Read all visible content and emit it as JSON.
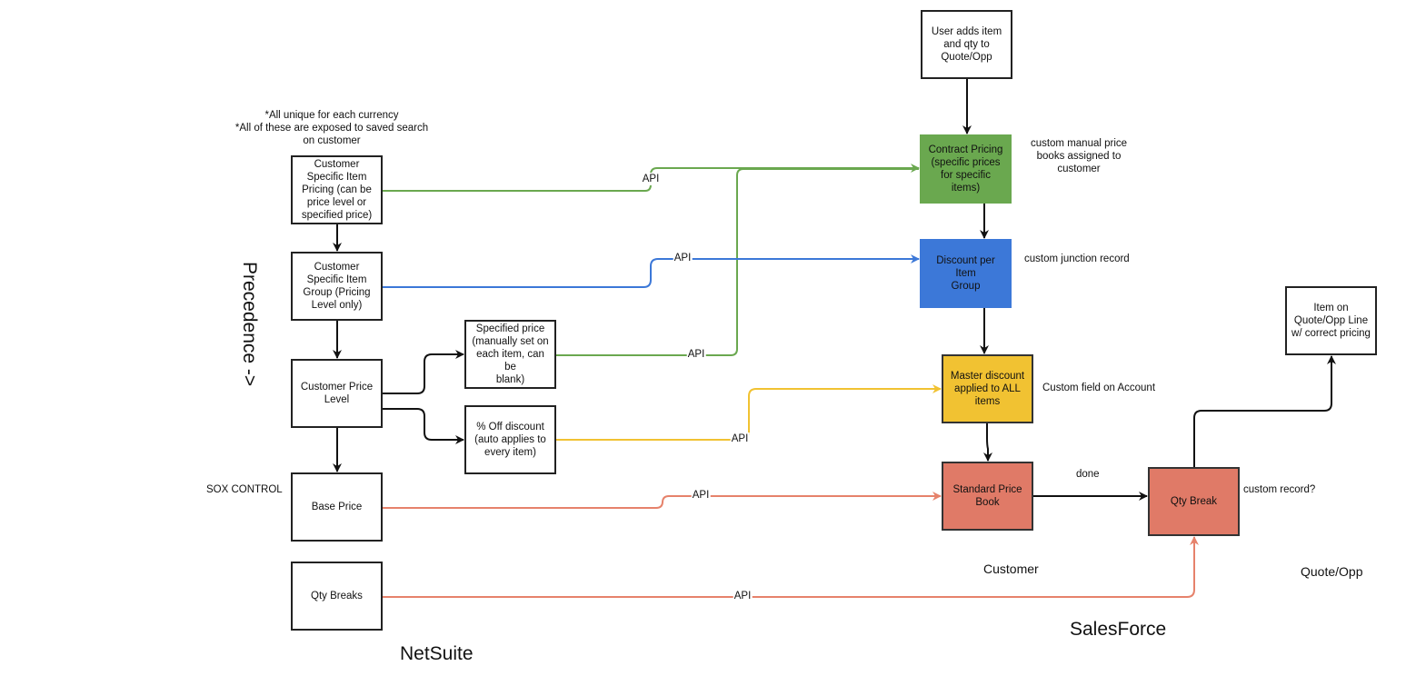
{
  "notes": {
    "currency_note": "*All unique for each currency\n*All of these are exposed to saved search\non customer",
    "sox_control": "SOX CONTROL",
    "precedence": "Precedence ->"
  },
  "netsuite": {
    "section_label": "NetSuite",
    "nodes": {
      "customer_specific_item_pricing": "Customer\nSpecific Item\nPricing (can be\nprice level or\nspecified price)",
      "customer_specific_item_group": "Customer\nSpecific Item\nGroup (Pricing\nLevel only)",
      "customer_price_level": "Customer Price\nLevel",
      "specified_price": "Specified price\n(manually set on\neach item, can be\nblank)",
      "pct_off_discount": "% Off discount\n(auto applies to\nevery item)",
      "base_price": "Base Price",
      "qty_breaks": "Qty Breaks"
    }
  },
  "salesforce": {
    "section_label": "SalesForce",
    "customer_label": "Customer",
    "quote_opp_label": "Quote/Opp",
    "nodes": {
      "user_adds_item": "User adds item\nand qty to\nQuote/Opp",
      "contract_pricing": "Contract Pricing\n(specific prices\nfor specific items)",
      "discount_per_item_group": "Discount per Item\nGroup",
      "master_discount": "Master discount\napplied to ALL\nitems",
      "standard_price_book": "Standard Price\nBook",
      "qty_break": "Qty Break",
      "item_on_quote_line": "Item on\nQuote/Opp Line\nw/ correct pricing"
    },
    "annotations": {
      "contract_pricing": "custom manual price\nbooks assigned to\ncustomer",
      "discount_per_item_group": "custom junction record",
      "master_discount": "Custom field on Account",
      "done": "done",
      "qty_break": "custom record?"
    }
  },
  "connectors": {
    "api_label": "API"
  },
  "colors": {
    "green": "#6aa84f",
    "blue": "#3c78d8",
    "yellow": "#f1c232",
    "salmon": "#e07a67",
    "salmon_line": "#e6826b",
    "black": "#111111"
  }
}
